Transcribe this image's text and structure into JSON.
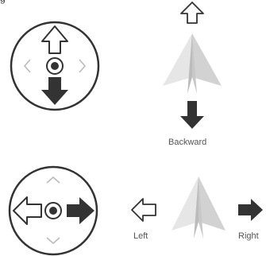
{
  "fragment_text": "g",
  "labels": {
    "backward": "Backward",
    "left": "Left",
    "right": "Right"
  },
  "colors": {
    "stick_outline": "#333333",
    "arrow_dark": "#333333",
    "hint_chevron": "#bbbbbb",
    "plane_light": "#e6e6e6",
    "plane_mid": "#d2d2d2",
    "plane_dark": "#bcbcbc"
  }
}
